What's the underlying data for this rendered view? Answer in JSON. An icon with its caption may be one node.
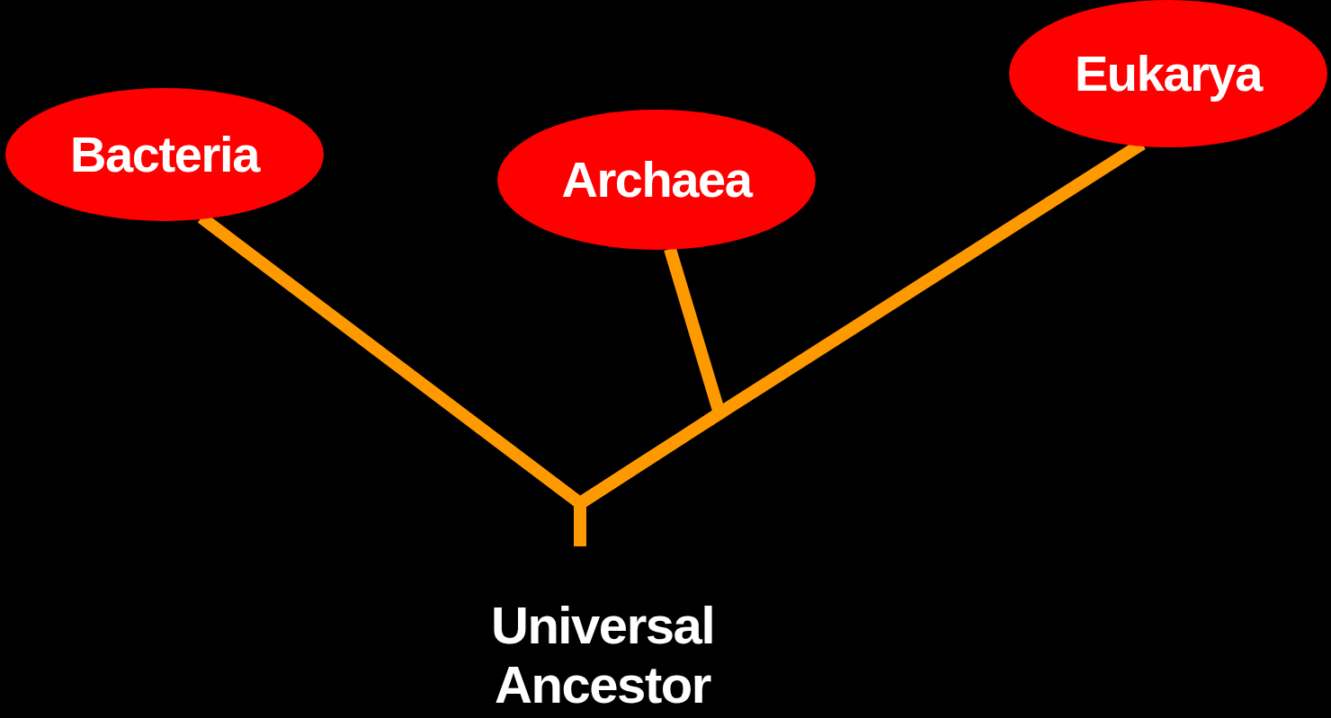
{
  "diagram": {
    "nodes": [
      {
        "text": [
          "Bacteria"
        ]
      },
      {
        "text": [
          "Archaea"
        ]
      },
      {
        "text": [
          "Eukarya"
        ]
      },
      {
        "text": [
          "Universal Ancestor"
        ]
      }
    ],
    "edges": [
      {
        "from": 3,
        "to": 0,
        "arrow": "none"
      },
      {
        "from": 3,
        "to": 1,
        "arrow": "none"
      },
      {
        "from": 3,
        "to": 2,
        "arrow": "none"
      }
    ]
  }
}
